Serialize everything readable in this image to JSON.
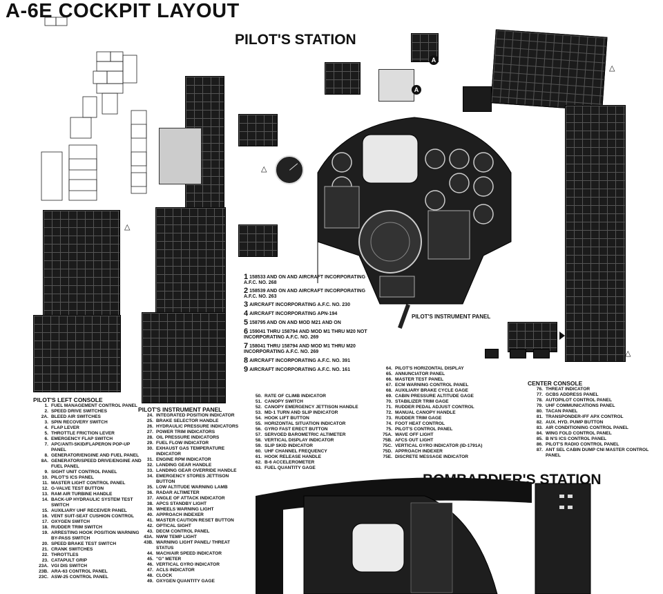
{
  "title": "A-6E COCKPIT LAYOUT",
  "pilot_station": "PILOT'S STATION",
  "bombardier_station": "BOMBARDIER'S STATION",
  "instrument_panel_label": "PILOT'S INSTRUMENT PANEL",
  "callout_a": "A",
  "notes": [
    {
      "num": "1",
      "text": "158533 AND ON AND AIRCRAFT INCORPORATING A.F.C. NO. 268"
    },
    {
      "num": "2",
      "text": "158539 AND ON AND AIRCRAFT INCORPORATING A.F.C. NO. 263"
    },
    {
      "num": "3",
      "text": "AIRCRAFT INCORPORATING A.F.C. NO. 230"
    },
    {
      "num": "4",
      "text": "AIRCRAFT INCORPORATING APN-194"
    },
    {
      "num": "5",
      "text": "158795 AND ON AND MOD M21 AND ON"
    },
    {
      "num": "6",
      "text": "159041 THRU 158794 AND MOD M1 THRU M20 NOT INCORPORATING A.F.C. NO. 269"
    },
    {
      "num": "7",
      "text": "158041 THRU 158794 AND MOD M1 THRU M20 INCORPORATING A.F.C. NO. 269"
    },
    {
      "num": "8",
      "text": "AIRCRAFT INCORPORATING A.F.C. NO. 391"
    },
    {
      "num": "9",
      "text": "AIRCRAFT INCORPORATING A.F.C. NO. 161"
    }
  ],
  "left_console": {
    "heading": "PILOT'S LEFT CONSOLE",
    "items": [
      {
        "n": "1.",
        "t": "FUEL MANAGEMENT CONTROL PANEL"
      },
      {
        "n": "2.",
        "t": "SPEED DRIVE SWITCHES"
      },
      {
        "n": "2A.",
        "t": "BLEED AIR SWITCHES"
      },
      {
        "n": "3.",
        "t": "SPIN RECOVERY SWITCH"
      },
      {
        "n": "4.",
        "t": "FLAP LEVER"
      },
      {
        "n": "5.",
        "t": "THROTTLE FRICTION LEVER"
      },
      {
        "n": "6.",
        "t": "EMERGENCY FLAP SWITCH"
      },
      {
        "n": "7.",
        "t": "APC/ANTI-SKID/FLAPERON POP-UP PANEL"
      },
      {
        "n": "8.",
        "t": "GENERATOR/ENGINE AND FUEL PANEL"
      },
      {
        "n": "8A.",
        "t": "GENERATOR/SPEED DRIVE/ENGINE AND FUEL PANEL"
      },
      {
        "n": "9.",
        "t": "SIGHT UNIT CONTROL PANEL"
      },
      {
        "n": "10.",
        "t": "PILOT'S ICS PANEL"
      },
      {
        "n": "11.",
        "t": "MASTER LIGHT CONTROL PANEL"
      },
      {
        "n": "12.",
        "t": "G-VALVE TEST BUTTON"
      },
      {
        "n": "13.",
        "t": "RAM AIR TURBINE HANDLE"
      },
      {
        "n": "14.",
        "t": "BACK-UP HYDRAULIC SYSTEM TEST SWITCH"
      },
      {
        "n": "15.",
        "t": "AUXILIARY UHF RECEIVER PANEL"
      },
      {
        "n": "16.",
        "t": "VENT SUIT-SEAT CUSHION CONTROL"
      },
      {
        "n": "17.",
        "t": "OXYGEN SWITCH"
      },
      {
        "n": "18.",
        "t": "RUDDER TRIM SWITCH"
      },
      {
        "n": "19.",
        "t": "ARRESTING HOOK POSITION WARNING BY-PASS SWITCH"
      },
      {
        "n": "20.",
        "t": "SPEED BRAKE TEST SWITCH"
      },
      {
        "n": "21.",
        "t": "CRANK SWITCHES"
      },
      {
        "n": "22.",
        "t": "THROTTLES"
      },
      {
        "n": "23.",
        "t": "CATAPULT GRIP"
      },
      {
        "n": "23A.",
        "t": "VGI DIS SWITCH"
      },
      {
        "n": "23B.",
        "t": "ARA-63 CONTROL PANEL"
      },
      {
        "n": "23C.",
        "t": "ASW-25 CONTROL PANEL"
      }
    ]
  },
  "instrument_panel": {
    "heading": "PILOT'S INSTRUMENT PANEL",
    "items": [
      {
        "n": "24.",
        "t": "INTEGRATED POSITION INDICATOR"
      },
      {
        "n": "25.",
        "t": "BRAKE SELECTOR HANDLE"
      },
      {
        "n": "26.",
        "t": "HYDRAULIC PRESSURE INDICATORS"
      },
      {
        "n": "27.",
        "t": "POWER TRIM INDICATORS"
      },
      {
        "n": "28.",
        "t": "OIL PRESSURE INDICATORS"
      },
      {
        "n": "29.",
        "t": "FUEL FLOW INDICATOR"
      },
      {
        "n": "30.",
        "t": "EXHAUST GAS TEMPERATURE INDICATOR"
      },
      {
        "n": "31.",
        "t": "ENGINE RPM INDICATOR"
      },
      {
        "n": "32.",
        "t": "LANDING GEAR HANDLE"
      },
      {
        "n": "33.",
        "t": "LANDING GEAR OVERRIDE HANDLE"
      },
      {
        "n": "34.",
        "t": "EMERGENCY STORES JETTISON BUTTON"
      },
      {
        "n": "35.",
        "t": "LOW ALTITUDE WARNING LAMB"
      },
      {
        "n": "36.",
        "t": "RADAR ALTIMETER"
      },
      {
        "n": "37.",
        "t": "ANGLE OF ATTACK INDICATOR"
      },
      {
        "n": "38.",
        "t": "APCS STANDBY LIGHT"
      },
      {
        "n": "39.",
        "t": "WHEELS WARNING LIGHT"
      },
      {
        "n": "40.",
        "t": "APPROACH INDEXER"
      },
      {
        "n": "41.",
        "t": "MASTER CAUTION RESET BUTTON"
      },
      {
        "n": "42.",
        "t": "OPTICAL SIGHT"
      },
      {
        "n": "43.",
        "t": "DECM CONTROL PANEL"
      },
      {
        "n": "43A.",
        "t": "NWW TEMP LIGHT"
      },
      {
        "n": "43B.",
        "t": "WARNING LIGHT PANEL/ THREAT STATUS"
      },
      {
        "n": "44.",
        "t": "MACH/AIR SPEED INDICATOR"
      },
      {
        "n": "45.",
        "t": "\"G\" METER"
      },
      {
        "n": "46.",
        "t": "VERTICAL GYRO INDICATOR"
      },
      {
        "n": "47.",
        "t": "ACLS INDICATOR"
      },
      {
        "n": "48.",
        "t": "CLOCK"
      },
      {
        "n": "49.",
        "t": "OXYGEN QUANTITY GAGE"
      }
    ]
  },
  "col3": {
    "items": [
      {
        "n": "50.",
        "t": "RATE OF CLIMB INDICATOR"
      },
      {
        "n": "51.",
        "t": "CANOPY SWITCH"
      },
      {
        "n": "52.",
        "t": "CANOPY EMERGENCY JETTISON HANDLE"
      },
      {
        "n": "53.",
        "t": "MD-1 TURN AND SLIP INDICATOR"
      },
      {
        "n": "54.",
        "t": "HOOK LIFT BUTTON"
      },
      {
        "n": "55.",
        "t": "HORIZONTAL SITUATION INDICATOR"
      },
      {
        "n": "56.",
        "t": "GYRO FAST ERECT BUTTON"
      },
      {
        "n": "57.",
        "t": "SERVOED BAROMETRIC ALTIMETER"
      },
      {
        "n": "58.",
        "t": "VERTICAL DISPLAY INDICATOR"
      },
      {
        "n": "59.",
        "t": "SLIP SKID INDICATOR"
      },
      {
        "n": "60.",
        "t": "UHF CHANNEL FREQUENCY"
      },
      {
        "n": "61.",
        "t": "HOOK RELEASE HANDLE"
      },
      {
        "n": "62.",
        "t": "B-6 ACCELEROMETER"
      },
      {
        "n": "63.",
        "t": "FUEL QUANTITY GAGE"
      }
    ]
  },
  "col4": {
    "items": [
      {
        "n": "64.",
        "t": "PILOT'S HORIZONTAL DISPLAY"
      },
      {
        "n": "65.",
        "t": "ANNUNCIATOR PANEL"
      },
      {
        "n": "66.",
        "t": "MASTER TEST PANEL"
      },
      {
        "n": "67.",
        "t": "ECM WARNING CONTROL PANEL"
      },
      {
        "n": "68.",
        "t": "AUXILIARY BRAKE CYCLE GAGE"
      },
      {
        "n": "69.",
        "t": "CABIN PRESSURE ALTITUDE GAGE"
      },
      {
        "n": "70.",
        "t": "STABILIZER TRIM GAGE"
      },
      {
        "n": "71.",
        "t": "RUDDER PEDAL ADJUST CONTROL"
      },
      {
        "n": "72.",
        "t": "MANUAL CANOPY HANDLE"
      },
      {
        "n": "73.",
        "t": "RUDDER TRIM GAGE"
      },
      {
        "n": "74.",
        "t": "FOOT HEAT CONTROL"
      },
      {
        "n": "75.",
        "t": "PILOT'S CONTROL PANEL"
      },
      {
        "n": "75A.",
        "t": "WAVE OFF LIGHT"
      },
      {
        "n": "75B.",
        "t": "AFCS OUT LIGHT"
      },
      {
        "n": "75C.",
        "t": "VERTICAL GYRO INDICATOR (ID-1791A)"
      },
      {
        "n": "75D.",
        "t": "APPROACH INDEXER"
      },
      {
        "n": "75E.",
        "t": "DISCRETE MESSAGE INDICATOR"
      }
    ]
  },
  "center_console": {
    "heading": "CENTER CONSOLE",
    "items": [
      {
        "n": "76.",
        "t": "THREAT INDICATOR"
      },
      {
        "n": "77.",
        "t": "GCBS ADDRESS PANEL"
      },
      {
        "n": "78.",
        "t": "AUTOPILOT CONTROL PANEL"
      },
      {
        "n": "79.",
        "t": "UHF COMMUNICATIONS PANEL"
      },
      {
        "n": "80.",
        "t": "TACAN PANEL"
      },
      {
        "n": "81.",
        "t": "TRANSPONDER-IFF APX CONTROL"
      },
      {
        "n": "82.",
        "t": "AUX. HYD. PUMP BUTTON"
      },
      {
        "n": "83.",
        "t": "AIR CONDITIONING CONTROL PANEL"
      },
      {
        "n": "84.",
        "t": "WING FOLD CONTROL PANEL"
      },
      {
        "n": "85.",
        "t": "B N's ICS CONTROL PANEL"
      },
      {
        "n": "86.",
        "t": "PILOT'S RADIO CONTROL PANEL"
      },
      {
        "n": "87.",
        "t": "ANT SEL CABIN DUMP CNI MASTER CONTROL PANEL"
      }
    ]
  }
}
